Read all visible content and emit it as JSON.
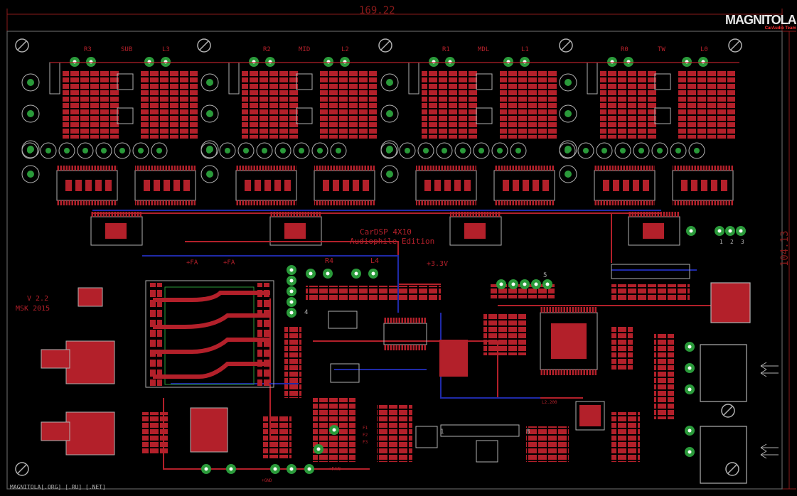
{
  "board": {
    "width_dim": "169.22",
    "height_dim": "104.13",
    "title": "CarDSP 4X10",
    "subtitle": "Audiophile Edition",
    "version": "V 2.2",
    "author": "MSK 2015",
    "footer": "MAGNITOLA[.ORG] [.RU] [.NET]",
    "logo_main": "MAGNITOLA",
    "logo_sub": "CarAudio Team"
  },
  "channel_labels": [
    "R3",
    "SUB",
    "L3",
    "R2",
    "MID",
    "L2",
    "R1",
    "MDL",
    "L1",
    "R0",
    "TW",
    "L0"
  ],
  "misc_labels": {
    "r4": "R4",
    "l4": "L4",
    "v33": "+3.3V",
    "fa1": "+FA",
    "fa2": "+FA",
    "jp": [
      "1",
      "2",
      "3"
    ],
    "pin5": "5",
    "pin4": "4",
    "gnd": "+GND",
    "fan": "+FAN",
    "l2_200": "L2.200",
    "f1": "F1",
    "f2": "F2",
    "f3": "F3",
    "pin1": "1",
    "pin8": "8"
  },
  "colors": {
    "background": "#000000",
    "copper_top": "#b3202a",
    "copper_bottom": "#1f2aa8",
    "pad": "#2a9a3a",
    "silk": "#b0b0b0",
    "dim": "#8a1a1a"
  }
}
